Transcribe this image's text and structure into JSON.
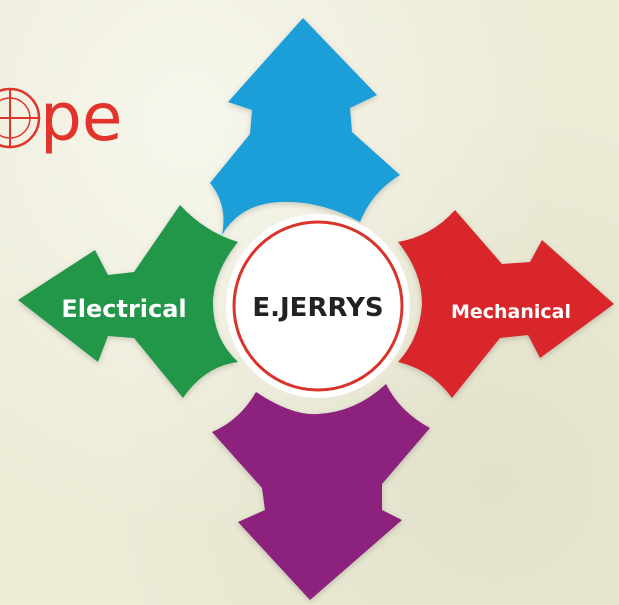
{
  "diagram": {
    "center": {
      "label": "E.JERRYS",
      "ring_color": "#d8342b"
    },
    "arrows": {
      "up": {
        "label": "",
        "color": "#1e9ed9"
      },
      "left": {
        "label": "Electrical",
        "color": "#21964a"
      },
      "right": {
        "label": "Mechanical",
        "color": "#d8262a"
      },
      "down": {
        "label": "",
        "color": "#8c227d"
      }
    }
  },
  "brand": {
    "visible_text": "pe",
    "color": "#e3342c"
  },
  "colors": {
    "background": "#ecebd6"
  }
}
